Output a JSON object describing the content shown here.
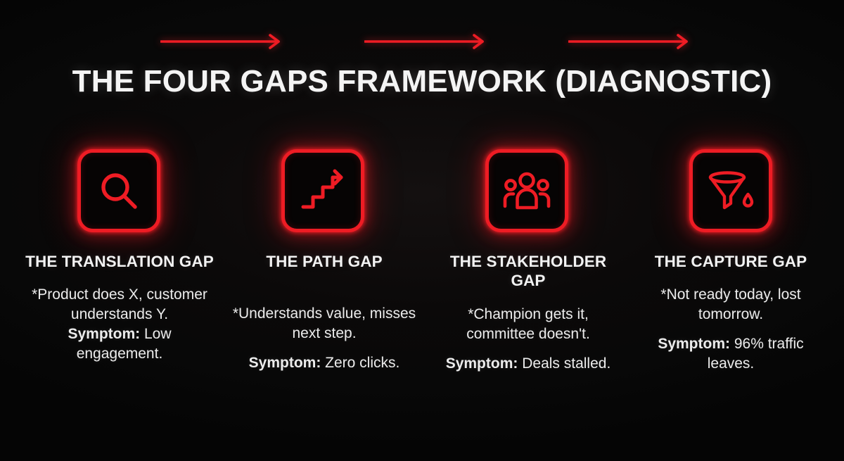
{
  "title": "THE FOUR GAPS FRAMEWORK (DIAGNOSTIC)",
  "theme": {
    "background": "#0a0a0a",
    "accent_red": "#ee1c24",
    "text_color": "#f2f2f2"
  },
  "steps": [
    {
      "icon": "magnifier-icon",
      "title": "THE TRANSLATION GAP",
      "problem": "*Product does X, customer understands Y.",
      "symptom_label": "Symptom:",
      "symptom_value": "Low engagement.",
      "spacing": "tight"
    },
    {
      "icon": "stairs-arrow-icon",
      "title": "THE PATH GAP",
      "problem": "*Understands value, misses next step.",
      "symptom_label": "Symptom:",
      "symptom_value": "Zero clicks.",
      "spacing": "loose"
    },
    {
      "icon": "people-group-icon",
      "title": "THE STAKEHOLDER GAP",
      "problem": "*Champion gets it, committee doesn't.",
      "symptom_label": "Symptom:",
      "symptom_value": "Deals stalled.",
      "spacing": "loose"
    },
    {
      "icon": "funnel-drop-icon",
      "title": "THE CAPTURE GAP",
      "problem": "*Not ready today, lost tomorrow.",
      "symptom_label": "Symptom:",
      "symptom_value": "96% traffic leaves.",
      "spacing": "loose"
    }
  ],
  "connectors": [
    {
      "name": "arrow-1-to-2"
    },
    {
      "name": "arrow-2-to-3"
    },
    {
      "name": "arrow-3-to-4"
    }
  ]
}
